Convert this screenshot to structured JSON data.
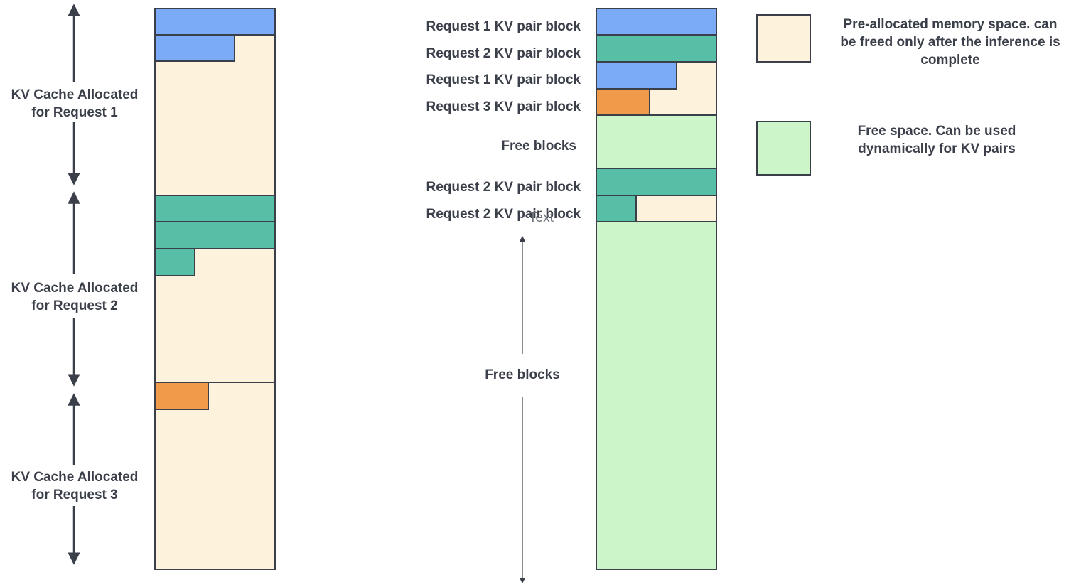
{
  "colors": {
    "blue": "#7baaf7",
    "teal": "#57bfa5",
    "orange": "#f09b4a",
    "cream": "#fdf2dc",
    "mint": "#cdf5ca",
    "outline": "#3b3f4a"
  },
  "left_column": {
    "sections": [
      {
        "label_line1": "KV Cache Allocated",
        "label_line2": "for Request 1"
      },
      {
        "label_line1": "KV Cache Allocated",
        "label_line2": "for Request 2"
      },
      {
        "label_line1": "KV Cache Allocated",
        "label_line2": "for Request 3"
      }
    ]
  },
  "right_column": {
    "labels": [
      "Request 1 KV pair block",
      "Request 2 KV pair block",
      "Request 1 KV pair block",
      "Request 3 KV pair block",
      "Free blocks",
      "Request 2 KV pair block",
      "Request 2 KV pair block"
    ],
    "bottom_label": "Free blocks",
    "stray_text": "Text"
  },
  "legend": [
    {
      "color": "cream",
      "line1": "Pre-allocated memory space. can",
      "line2": "be freed only after the inference is",
      "line3": "complete"
    },
    {
      "color": "mint",
      "line1": "Free space. Can be used",
      "line2": "dynamically for KV pairs"
    }
  ]
}
